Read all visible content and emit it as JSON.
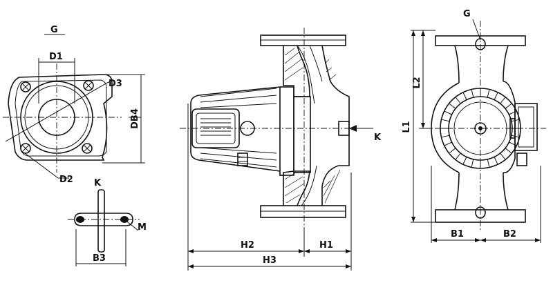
{
  "labels": {
    "g_left": "G",
    "d1": "D1",
    "d2": "D2",
    "d3": "D3",
    "db4": "DB4",
    "k_small": "K",
    "m": "M",
    "b3": "B3",
    "k_side": "K",
    "h1": "H1",
    "h2": "H2",
    "h3": "H3",
    "g_right": "G",
    "l1": "L1",
    "l2": "L2",
    "b1": "B1",
    "b2": "B2"
  }
}
